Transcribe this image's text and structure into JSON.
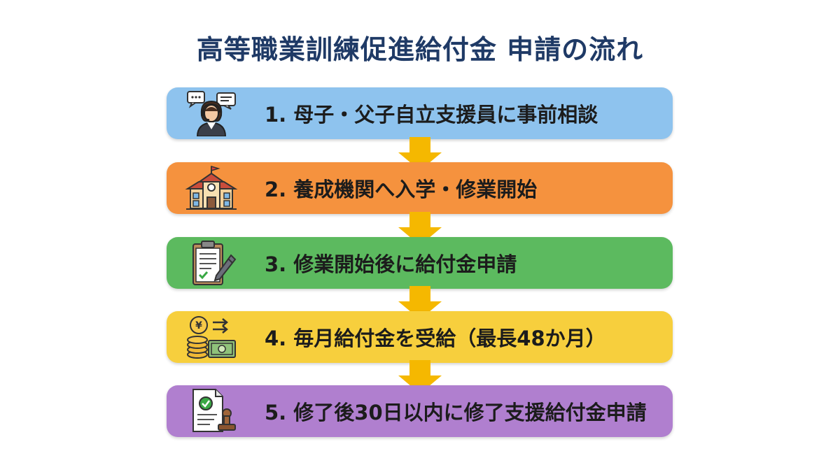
{
  "title": "高等職業訓練促進給付金 申請の流れ",
  "colors": {
    "title": "#1f3a66",
    "arrow": "#f5b800",
    "step1": "#8ec3ee",
    "step2": "#f5923e",
    "step3": "#5cba5f",
    "step4": "#f7cf3d",
    "step5": "#b07fcf"
  },
  "steps": [
    {
      "label": "1. 母子・父子自立支援員に事前相談",
      "icon": "consultant-icon"
    },
    {
      "label": "2. 養成機関へ入学・修業開始",
      "icon": "school-icon"
    },
    {
      "label": "3. 修業開始後に給付金申請",
      "icon": "clipboard-icon"
    },
    {
      "label": "4. 毎月給付金を受給（最長48か月）",
      "icon": "yen-coins-icon"
    },
    {
      "label": "5. 修了後30日以内に修了支援給付金申請",
      "icon": "certificate-stamp-icon"
    }
  ]
}
